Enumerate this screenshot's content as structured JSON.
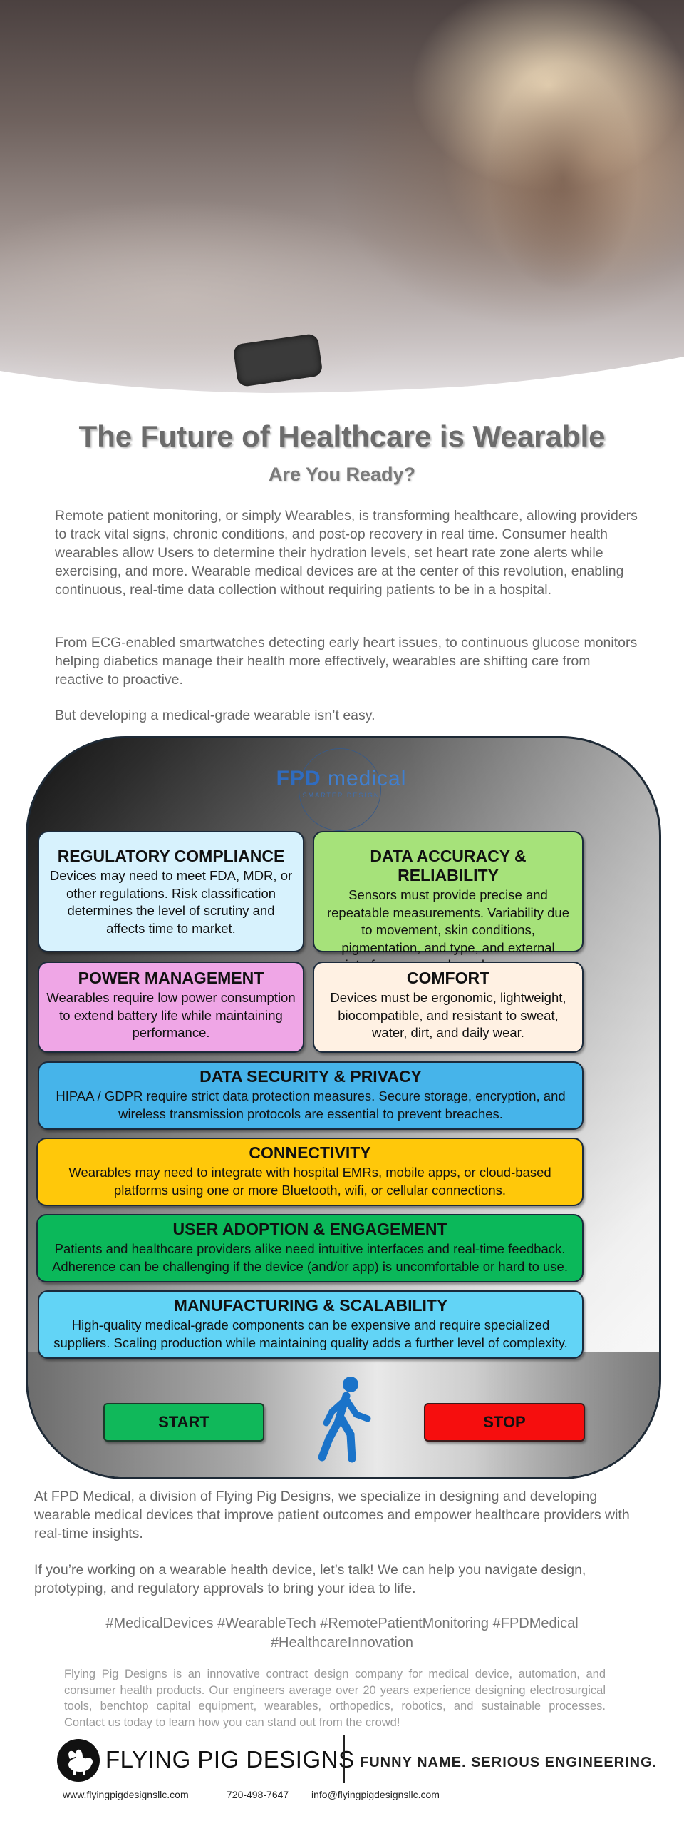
{
  "header": {
    "title": "The Future of Healthcare is Wearable",
    "subtitle": "Are You Ready?"
  },
  "intro": {
    "p1": "Remote patient monitoring, or simply Wearables, is transforming healthcare, allowing providers to track vital signs, chronic conditions, and post-op recovery in real time. Consumer health wearables allow Users to determine their hydration levels, set heart rate zone alerts while exercising, and more.  Wearable medical devices are at the center of this revolution, enabling continuous, real-time data collection without requiring patients to be in a hospital.",
    "p2": "From ECG-enabled smartwatches detecting early heart issues, to continuous glucose monitors helping diabetics manage their health more effectively, wearables are shifting care from reactive to proactive.",
    "p3": "But developing a medical-grade wearable isn’t easy."
  },
  "device": {
    "logo_bold": "FPD",
    "logo_light": "medical",
    "logo_tagline": "SMARTER DESIGN",
    "cards": {
      "regulatory": {
        "title": "REGULATORY COMPLIANCE",
        "text": "Devices may need to meet FDA, MDR, or other regulations.  Risk classification determines the level of scrutiny and affects time to market.",
        "color": "#d7f2fd"
      },
      "accuracy": {
        "title": "DATA ACCURACY & RELIABILITY",
        "text": "Sensors must provide precise and repeatable measurements.  Variability due to movement, skin conditions, pigmentation, and type, and external interference can degrade accuracy.",
        "color": "#a6e27a"
      },
      "power": {
        "title": "POWER MANAGEMENT",
        "text": "Wearables require low power consumption to extend battery life while maintaining performance.",
        "color": "#efa6e6"
      },
      "comfort": {
        "title": "COMFORT",
        "text": "Devices must be ergonomic, lightweight, biocompatible, and resistant to sweat, water, dirt, and daily wear.",
        "color": "#fff1e3"
      },
      "security": {
        "title": "DATA SECURITY & PRIVACY",
        "text": "HIPAA / GDPR require strict data protection measures.  Secure storage, encryption, and wireless transmission protocols are essential to prevent breaches.",
        "color": "#46b4ea"
      },
      "connectivity": {
        "title": "CONNECTIVITY",
        "text": "Wearables may need to integrate with hospital EMRs, mobile apps, or cloud-based platforms using one or more Bluetooth, wifi, or cellular connections.",
        "color": "#ffc80a"
      },
      "adoption": {
        "title": "USER ADOPTION & ENGAGEMENT",
        "text": "Patients and healthcare providers alike need intuitive interfaces and real-time feedback. Adherence can be challenging if the device (and/or app) is uncomfortable or hard to use.",
        "color": "#0bb85a"
      },
      "manufacturing": {
        "title": "MANUFACTURING & SCALABILITY",
        "text": "High-quality medical-grade components can be expensive and require specialized suppliers. Scaling production while maintaining quality adds a further level of complexity.",
        "color": "#62d4f6"
      }
    },
    "start_label": "START",
    "stop_label": "STOP",
    "walk_icon": "walking-person-icon"
  },
  "outro": {
    "p1": "At FPD Medical, a division of Flying Pig Designs, we specialize in designing and developing wearable medical devices that improve patient outcomes and empower healthcare providers with real-time insights.",
    "p2": "If you’re working on a wearable health device, let’s talk! We can help you navigate design, prototyping, and regulatory approvals to bring your idea to life.",
    "hashtags": "#MedicalDevices #WearableTech #RemotePatientMonitoring #FPDMedical #HealthcareInnovation",
    "about": "Flying Pig Designs is an innovative contract design company for medical device, automation, and consumer health products.  Our engineers average over 20 years experience designing electrosurgical tools, benchtop capital equipment, wearables, orthopedics, robotics, and sustainable processes.  Contact us today to learn how you can stand out from the crowd!"
  },
  "footer": {
    "company": "FLYING PIG DESIGNS",
    "slogan": "FUNNY NAME.  SERIOUS ENGINEERING.",
    "website": "www.flyingpigdesignsllc.com",
    "phone": "720-498-7647",
    "email": "info@flyingpigdesignsllc.com",
    "logo_icon": "flying-pig-icon"
  }
}
